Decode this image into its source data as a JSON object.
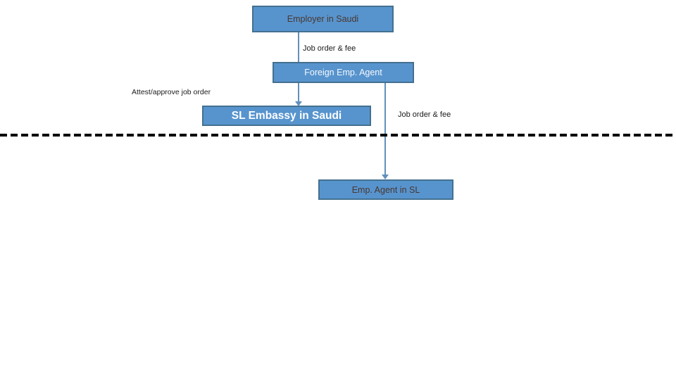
{
  "diagram": {
    "boxes": [
      {
        "id": "employer-saudi",
        "label": "Employer in Saudi"
      },
      {
        "id": "foreign-emp-agent",
        "label": "Foreign Emp. Agent"
      },
      {
        "id": "sl-embassy-saudi",
        "label": "SL Embassy in Saudi"
      },
      {
        "id": "emp-agent-sl",
        "label": "Emp. Agent in SL"
      }
    ],
    "edge_labels": [
      {
        "id": "job-order-fee-top",
        "label": "Job order & fee"
      },
      {
        "id": "attest-approve",
        "label": "Attest/approve job order"
      },
      {
        "id": "job-order-fee-right",
        "label": "Job order & fee"
      }
    ],
    "colors": {
      "box_fill": "#5794CE",
      "box_border": "#44708F",
      "connector": "#6290BC",
      "divider": "#000000",
      "box_text_dark": "#4A362E",
      "box_text_light": "#F4F8FC",
      "label_text": "#1A1A1A",
      "background": "#FFFFFF"
    }
  }
}
